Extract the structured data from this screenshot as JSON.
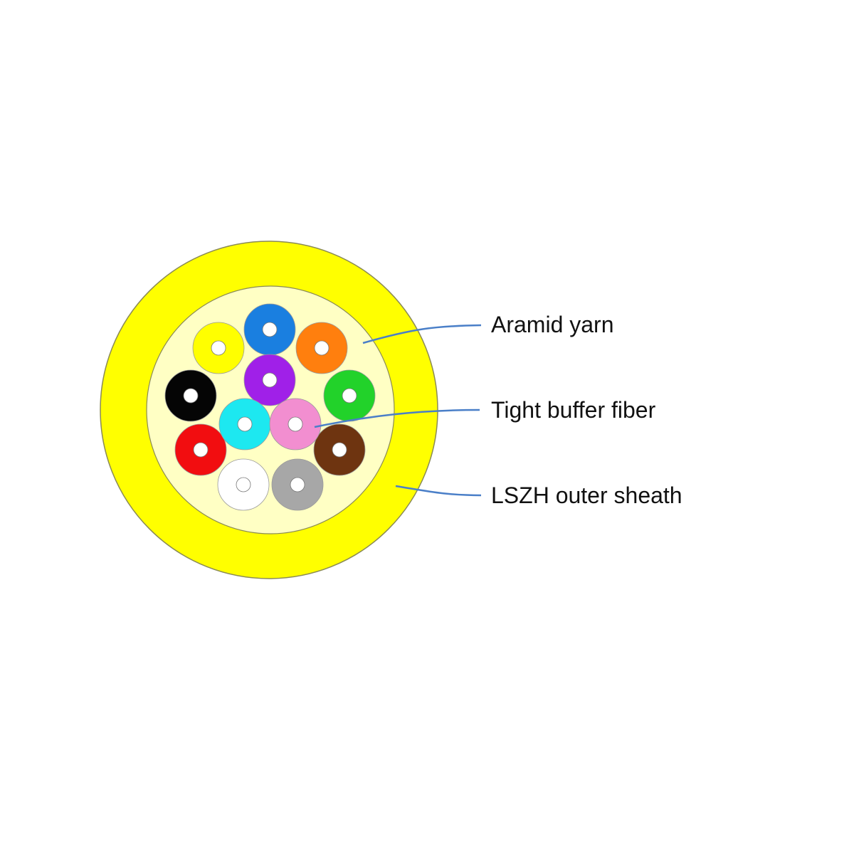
{
  "colors": {
    "outer_sheath": "#ffff00",
    "aramid_yarn": "#ffffc4",
    "leader_line": "#4a7fc8",
    "outline": "#8a8a55",
    "fiber_core": "#ffffff"
  },
  "labels": [
    {
      "id": "aramid",
      "text": "Aramid yarn"
    },
    {
      "id": "tight",
      "text": "Tight buffer fiber"
    },
    {
      "id": "lszh",
      "text": "LSZH outer sheath"
    }
  ],
  "fibers": [
    {
      "color_name": "blue",
      "color": "#1a7fe0"
    },
    {
      "color_name": "orange",
      "color": "#ff7f0e"
    },
    {
      "color_name": "green",
      "color": "#22d22a"
    },
    {
      "color_name": "brown",
      "color": "#6e3410"
    },
    {
      "color_name": "gray",
      "color": "#a7a7a7"
    },
    {
      "color_name": "white",
      "color": "#ffffff"
    },
    {
      "color_name": "red",
      "color": "#f20d10"
    },
    {
      "color_name": "black",
      "color": "#050505"
    },
    {
      "color_name": "yellow",
      "color": "#ffff00"
    },
    {
      "color_name": "violet",
      "color": "#a020e8"
    },
    {
      "color_name": "aqua",
      "color": "#1de8f0"
    },
    {
      "color_name": "rose",
      "color": "#f28ed0"
    }
  ]
}
